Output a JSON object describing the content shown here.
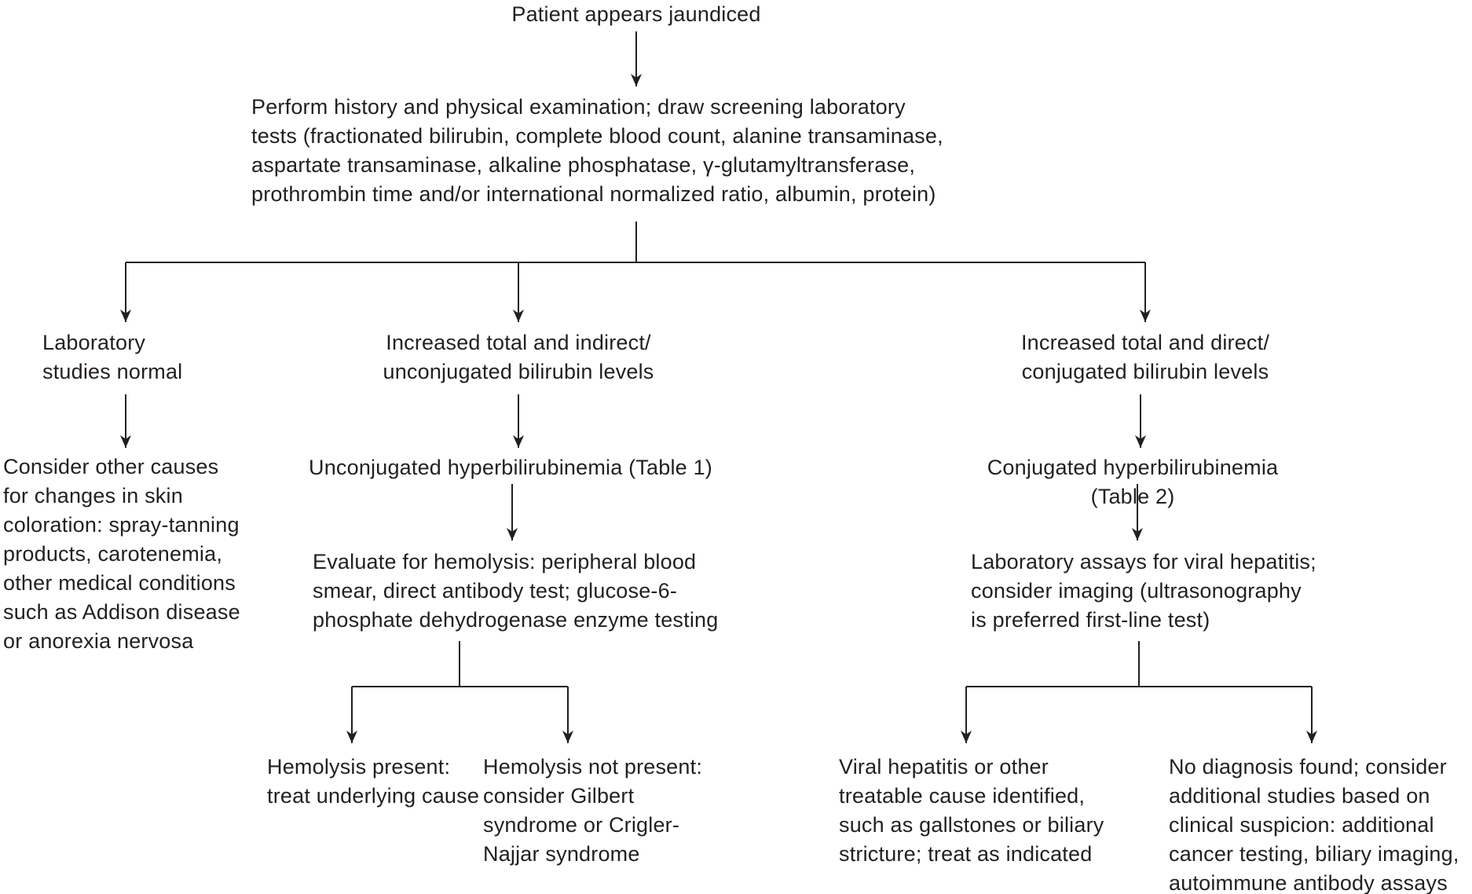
{
  "diagram_name": "jaundice-evaluation-flowchart",
  "colors": {
    "background": "#ffffff",
    "line": "#231f20",
    "text": "#231f20"
  },
  "nodes": {
    "start": {
      "text": "Patient appears jaundiced"
    },
    "workup": {
      "text": "Perform history and physical examination; draw screening laboratory\ntests (fractionated bilirubin, complete blood count, alanine transaminase,\naspartate transaminase, alkaline phosphatase, γ-glutamyltransferase,\nprothrombin time and/or international normalized ratio, albumin, protein)"
    },
    "labs_normal": {
      "text": "Laboratory\nstudies normal"
    },
    "other_causes": {
      "text": "Consider other causes\nfor changes in skin\ncoloration: spray-tanning\nproducts, carotenemia,\nother medical conditions\nsuch as Addison disease\nor anorexia nervosa"
    },
    "indirect_increased": {
      "text": "Increased total and indirect/\nunconjugated bilirubin levels"
    },
    "unconjugated_hyperbilirubinemia": {
      "text": "Unconjugated hyperbilirubinemia (Table 1)"
    },
    "evaluate_hemolysis": {
      "text": "Evaluate for hemolysis: peripheral blood\nsmear, direct antibody test; glucose-6-\nphosphate dehydrogenase enzyme testing"
    },
    "hemolysis_present": {
      "text": "Hemolysis present:\ntreat underlying cause"
    },
    "hemolysis_not_present": {
      "text": "Hemolysis not present:\nconsider Gilbert\nsyndrome or Crigler-\nNajjar syndrome"
    },
    "direct_increased": {
      "text": "Increased total and direct/\nconjugated bilirubin levels"
    },
    "conjugated_hyperbilirubinemia": {
      "text": "Conjugated hyperbilirubinemia (Table 2)"
    },
    "viral_hepatitis_assays": {
      "text": "Laboratory assays for viral hepatitis;\nconsider imaging (ultrasonography\nis preferred first-line test)"
    },
    "treatable_cause": {
      "text": "Viral hepatitis or other\ntreatable cause identified,\nsuch as gallstones or biliary\nstricture; treat as indicated"
    },
    "no_diagnosis": {
      "text": "No diagnosis found; consider\nadditional studies based on\nclinical suspicion: additional\ncancer testing, biliary imaging,\nautoimmune antibody assays"
    }
  },
  "edges": [
    {
      "from": "start",
      "to": "workup"
    },
    {
      "from": "workup",
      "to": "labs_normal"
    },
    {
      "from": "workup",
      "to": "indirect_increased"
    },
    {
      "from": "workup",
      "to": "direct_increased"
    },
    {
      "from": "labs_normal",
      "to": "other_causes"
    },
    {
      "from": "indirect_increased",
      "to": "unconjugated_hyperbilirubinemia"
    },
    {
      "from": "unconjugated_hyperbilirubinemia",
      "to": "evaluate_hemolysis"
    },
    {
      "from": "evaluate_hemolysis",
      "to": "hemolysis_present"
    },
    {
      "from": "evaluate_hemolysis",
      "to": "hemolysis_not_present"
    },
    {
      "from": "direct_increased",
      "to": "conjugated_hyperbilirubinemia"
    },
    {
      "from": "conjugated_hyperbilirubinemia",
      "to": "viral_hepatitis_assays"
    },
    {
      "from": "viral_hepatitis_assays",
      "to": "treatable_cause"
    },
    {
      "from": "viral_hepatitis_assays",
      "to": "no_diagnosis"
    }
  ]
}
